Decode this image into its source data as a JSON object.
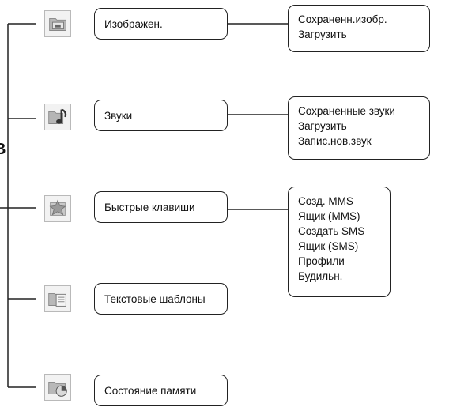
{
  "edge_letter": "В",
  "menu": [
    {
      "label": "Изображен.",
      "icon": "folder-image-icon",
      "submenu": [
        "Сохраненн.изобр.",
        "Загрузить"
      ]
    },
    {
      "label": "Звуки",
      "icon": "folder-music-icon",
      "submenu": [
        "Сохраненные звуки",
        "Загрузить",
        "Запис.нов.звук"
      ]
    },
    {
      "label": "Быстрые клавиши",
      "icon": "star-shortcuts-icon",
      "submenu": [
        "Созд. MMS",
        "Ящик (MMS)",
        "Создать SMS",
        "Ящик (SMS)",
        "Профили",
        "Будильн."
      ]
    },
    {
      "label": "Текстовые шаблоны",
      "icon": "folder-document-icon"
    },
    {
      "label": "Состояние памяти",
      "icon": "folder-pie-icon"
    }
  ]
}
